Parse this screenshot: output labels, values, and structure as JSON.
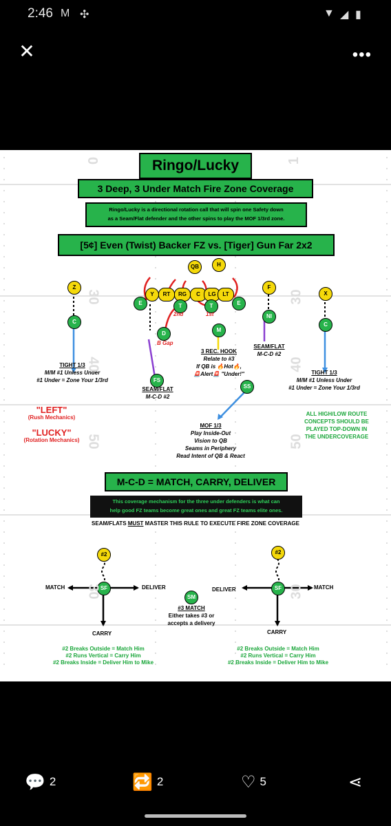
{
  "status_bar": {
    "time": "2:46",
    "icons": [
      "gmail-icon",
      "fan-icon",
      "wifi-icon",
      "signal-icon",
      "battery-icon"
    ]
  },
  "viewer": {
    "close_icon": "close-icon",
    "more_icon": "more-icon"
  },
  "image": {
    "title": "Ringo/Lucky",
    "subtitle": "3 Deep, 3 Under Match Fire Zone Coverage",
    "description_line1": "Ringo/Lucky is a directional rotation call that will spin one Safety down",
    "description_line2": "as a Seam/Flat defender and the other spins to play the MOF 1/3rd zone.",
    "formation": "[5¢] Even (Twist) Backer FZ vs. [Tiger] Gun Far 2x2",
    "players": {
      "qb": "QB",
      "h": "H",
      "y": "Y",
      "rt": "RT",
      "rg": "RG",
      "c": "C",
      "lg": "LG",
      "lt": "LT",
      "e": "E",
      "t": "T",
      "z": "Z",
      "x": "X",
      "f": "F",
      "ni": "NI",
      "d": "D",
      "m": "M",
      "fs": "FS",
      "ss": "SS",
      "c_db": "C",
      "sf": "SF",
      "sm": "SM",
      "two": "#2"
    },
    "labels": {
      "second": "2nd",
      "first": "1st",
      "b_gap": "B Gap",
      "hook_title": "3 REC. HOOK",
      "hook_1": "Relate to #3",
      "hook_2": "If QB is 🔥Hot🔥,",
      "hook_3": "🚨Alert🚨 \"Under!\"",
      "seam_flat_right": "SEAM/FLAT",
      "mcd_right": "M-C-D #2",
      "seam_flat_left": "SEAM/FLAT",
      "mcd_left": "M-C-D #2",
      "tight_left": "TIGHT 1/3",
      "tight_left_1": "M/M #1 Unless Under",
      "tight_left_2": "#1 Under = Zone Your 1/3rd",
      "tight_right": "TIGHT 1/3",
      "tight_right_1": "M/M #1 Unless Under",
      "tight_right_2": "#1 Under = Zone Your 1/3rd",
      "left_call": "\"LEFT\"",
      "left_sub": "(Rush Mechanics)",
      "lucky_call": "\"LUCKY\"",
      "lucky_sub": "(Rotation Mechanics)",
      "mof_title": "MOF 1/3",
      "mof_1": "Play Inside-Out",
      "mof_2": "Vision to QB",
      "mof_3": "Seams in Periphery",
      "mof_4": "Read Intent of QB & React",
      "hl_1": "ALL HIGH/LOW ROUTE",
      "hl_2": "CONCEPTS SHOULD BE",
      "hl_3": "PLAYED TOP-DOWN IN",
      "hl_4": "THE UNDERCOVERAGE"
    },
    "mcd_title": "M-C-D = MATCH, CARRY, DELIVER",
    "mcd_desc_1": "This coverage mechanism for the three under defenders is what can",
    "mcd_desc_2": "help good FZ teams become great ones and great FZ teams elite ones.",
    "must_prefix": "SEAM/FLATS ",
    "must_word": "MUST",
    "must_suffix": " MASTER THIS RULE TO EXECUTE FIRE ZONE COVERAGE",
    "match": "MATCH",
    "deliver": "DELIVER",
    "carry": "CARRY",
    "sm_match": "#3 MATCH",
    "sm_1": "Either takes #3 or",
    "sm_2": "accepts a delivery",
    "rule_1": "#2 Breaks Outside = Match Him",
    "rule_2": "#2 Runs Vertical = Carry Him",
    "rule_3": "#2 Breaks Inside = Deliver Him to Mike",
    "field_numbers": [
      "0",
      "1",
      "30",
      "30",
      "40",
      "40",
      "50",
      "50",
      "30",
      "30"
    ]
  },
  "actions": {
    "replies": "2",
    "retweets": "2",
    "likes": "5"
  },
  "colors": {
    "green": "#27b34b",
    "yellow": "#f5d90a",
    "red": "#e02020",
    "blue": "#3d8fe0",
    "purple": "#8a3fd0"
  }
}
